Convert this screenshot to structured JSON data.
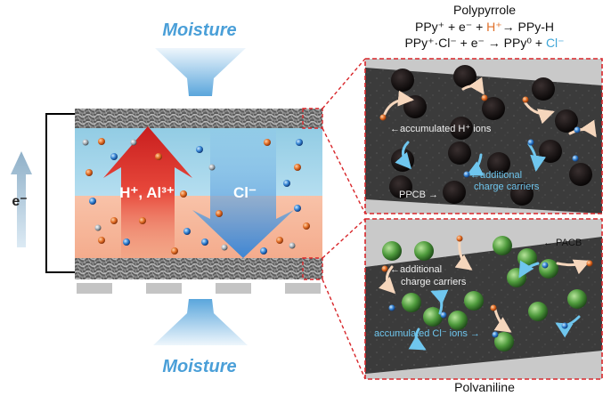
{
  "left": {
    "moisture_top": "Moisture",
    "moisture_bottom": "Moisture",
    "electron": "e⁻",
    "cation_label": "H⁺, Al³⁺",
    "anion_label": "Cl⁻"
  },
  "top_panel": {
    "title": "Polypyrrole",
    "eq1_a": "PPy⁺ + e⁻ + ",
    "eq1_h": "H⁺",
    "eq1_b": "→ PPy-H",
    "eq2_a": "PPy⁺·Cl⁻ + e⁻ → PPy⁰ + ",
    "eq2_cl": "Cl⁻",
    "accum": "←accumulated H⁺ ions",
    "add1": "←additional",
    "add2": "charge carriers",
    "ppcb": "PPCB →"
  },
  "bottom_panel": {
    "pacb": "← PACB",
    "add1": "←additional",
    "add2": "charge carriers",
    "accum": "accumulated Cl⁻ ions →",
    "title": "Polyaniline"
  },
  "colors": {
    "moisture": "#4a9fd8",
    "h_ion": "#e0702a",
    "cl_ion": "#3fa6d8",
    "frame": "#d8262a",
    "green_particle": "#4e9a3c"
  }
}
